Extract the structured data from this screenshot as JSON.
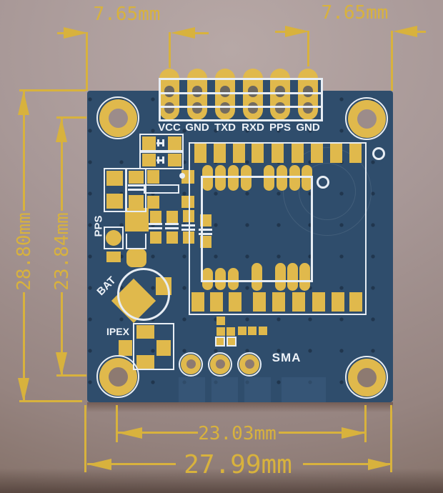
{
  "colors": {
    "background": "#a89897",
    "board": "#2f4d6c",
    "board_light": "#3d5d80",
    "pad": "#e0b94c",
    "silk": "#e7edf4",
    "dim": "#d8b23d",
    "pin_text": "#edf2f8",
    "hole_top": "#9c8c8a",
    "hole_bottom": "#8d7a71"
  },
  "connector": {
    "pins": [
      "VCC",
      "GND",
      "TXD",
      "RXD",
      "PPS",
      "GND"
    ]
  },
  "labels": {
    "pps": "PPS",
    "bat": "BAT",
    "ipex": "IPEX",
    "sma": "SMA"
  },
  "dimensions": {
    "top_left": "7.65mm",
    "top_right": "7.65mm",
    "board_height": "28.80mm",
    "hole_span_vertical": "23.84mm",
    "hole_span_horizontal": "23.03mm",
    "board_width": "27.99mm"
  }
}
